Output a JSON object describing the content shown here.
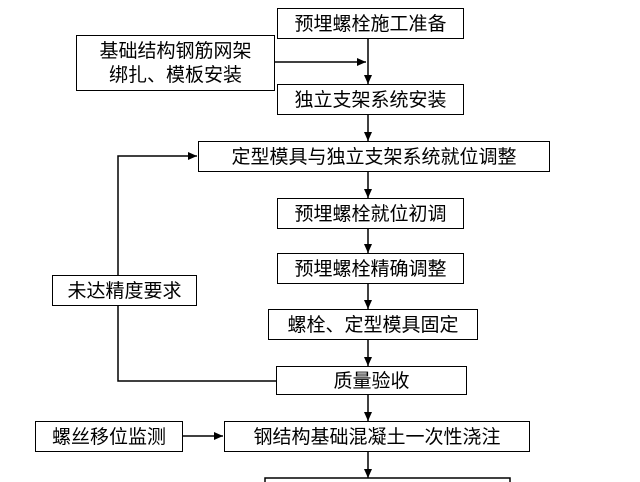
{
  "flowchart": {
    "steps": [
      "预埋螺栓施工准备",
      "独立支架系统安装",
      "定型模具与独立支架系统就位调整",
      "预埋螺栓就位初调",
      "预埋螺栓精确调整",
      "螺栓、定型模具固定",
      "质量验收",
      "钢结构基础混凝土一次性浇注"
    ],
    "side_inputs": {
      "rebar_formwork": [
        "基础结构钢筋网架",
        "绑扎、模板安装"
      ],
      "feedback": "未达精度要求",
      "monitoring": "螺丝移位监测"
    }
  }
}
